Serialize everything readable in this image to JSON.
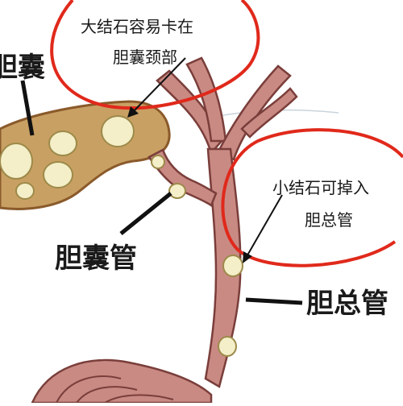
{
  "labels": {
    "gallbladder": "胆囊",
    "cystic_duct": "胆囊管",
    "common_bile_duct": "胆总管"
  },
  "callouts": {
    "large_stone_line1": "大结石容易卡在",
    "large_stone_line2": "胆囊颈部",
    "small_stone_line1": "小结石可掉入",
    "small_stone_line2": "胆总管"
  },
  "colors": {
    "gallbladder_fill": "#c9a063",
    "gallbladder_stroke": "#8a5a2b",
    "duct_fill": "#c98a84",
    "duct_stroke": "#7a3e3a",
    "stone_fill": "#f4efc8",
    "stone_stroke": "#9c8a4a",
    "circle_red": "#e0291b",
    "leader_black": "#111111"
  }
}
